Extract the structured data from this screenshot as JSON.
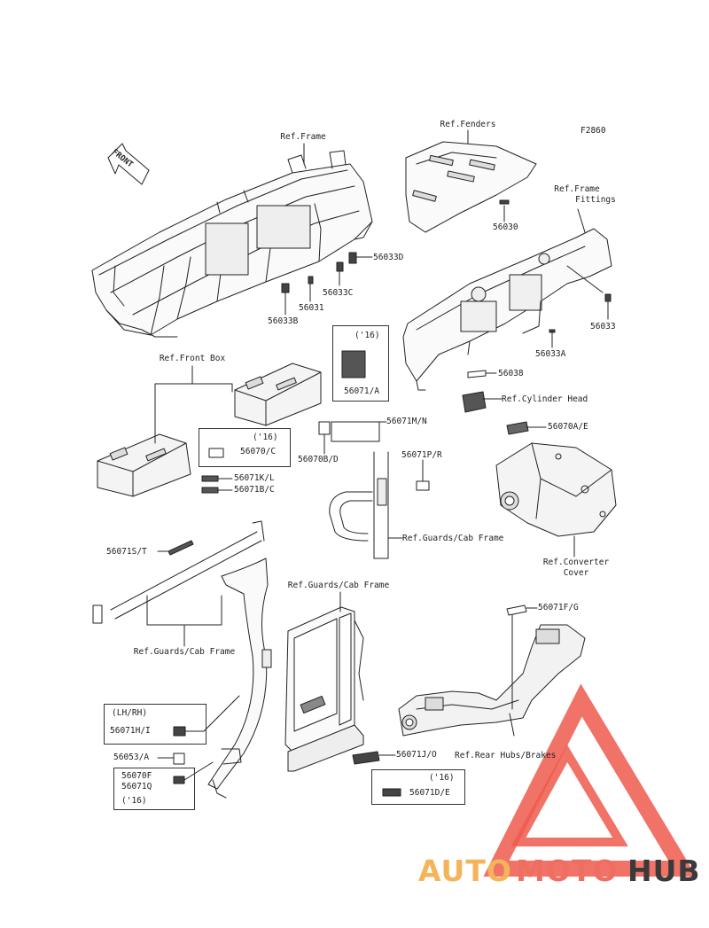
{
  "figure_code": "F2860",
  "front_label": "FRONT",
  "refs": {
    "frame": "Ref.Frame",
    "fenders": "Ref.Fenders",
    "frame_fittings_1": "Ref.Frame",
    "frame_fittings_2": "Fittings",
    "front_box": "Ref.Front Box",
    "cylinder_head": "Ref.Cylinder Head",
    "converter_cover_1": "Ref.Converter",
    "converter_cover_2": "Cover",
    "guards_1": "Ref.Guards/Cab Frame",
    "guards_2": "Ref.Guards/Cab Frame",
    "guards_3": "Ref.Guards/Cab Frame",
    "rear_hubs": "Ref.Rear Hubs/Brakes"
  },
  "parts": {
    "p56033D": "56033D",
    "p56033C": "56033C",
    "p56031": "56031",
    "p56033B": "56033B",
    "p56030": "56030",
    "p56033": "56033",
    "p56033A": "56033A",
    "p56038": "56038",
    "p56070AE": "56070A/E",
    "p56071MN": "56071M/N",
    "p56070BD": "56070B/D",
    "p56071KL": "56071K/L",
    "p56071BC": "56071B/C",
    "p56071PR": "56071P/R",
    "p56071ST": "56071S/T",
    "p56071FG": "56071F/G",
    "p56053A": "56053/A",
    "p56071JO": "56071J/O"
  },
  "boxes": {
    "b16a": {
      "year": "('16)",
      "part": "56071/A"
    },
    "b16b": {
      "year": "('16)",
      "part": "56070/C"
    },
    "blhrh": {
      "side": "(LH/RH)",
      "part": "56071H/I"
    },
    "b56070f": {
      "l1": "56070F",
      "l2": "56071Q",
      "year": "('16)"
    },
    "b16c": {
      "year": "('16)",
      "part": "56071D/E"
    }
  },
  "watermark": {
    "part1": "AUTO",
    "part2": "MOTO",
    "part3": "HUB",
    "color1": "#f5b45a",
    "color2": "#ef6e62",
    "color3": "#3a3a3a",
    "triangle_color": "#ef3b2c"
  }
}
